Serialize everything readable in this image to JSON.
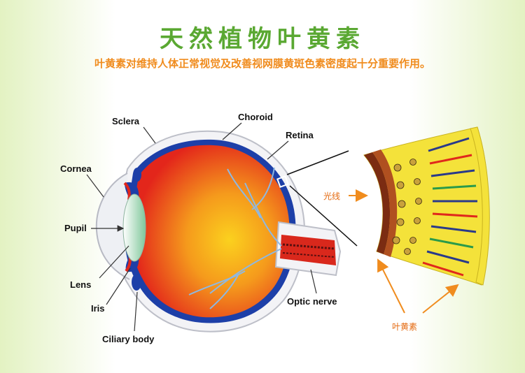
{
  "title": "天然植物叶黄素",
  "subtitle": "叶黄素对维持人体正常视觉及改善视网膜黄斑色素密度起十分重要作用。",
  "labels": {
    "sclera": "Sclera",
    "choroid": "Choroid",
    "retina": "Retina",
    "cornea": "Cornea",
    "pupil": "Pupil",
    "lens": "Lens",
    "iris": "Iris",
    "ciliary_body": "Ciliary body",
    "optic_nerve": "Optic nerve",
    "light": "光线",
    "lutein": "叶黄素"
  },
  "colors": {
    "title": "#5aa832",
    "subtitle": "#f08c1e",
    "eye_red": "#e8331c",
    "eye_orange": "#f7b21a",
    "choroid_blue": "#1d3fa8",
    "cell_yellow": "#f4e23a",
    "arrow_orange": "#f08c1e"
  }
}
